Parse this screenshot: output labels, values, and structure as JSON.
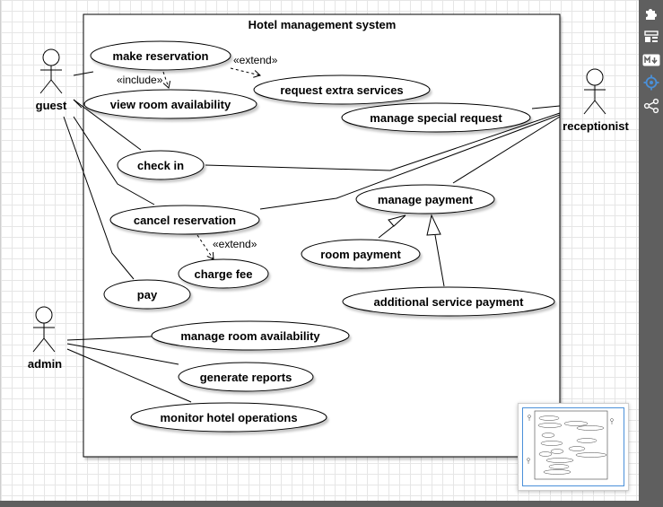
{
  "diagram": {
    "system_title": "Hotel management system",
    "actors": {
      "guest": "guest",
      "receptionist": "receptionist",
      "admin": "admin"
    },
    "use_cases": {
      "make_reservation": "make reservation",
      "view_room_availability": "view room availability",
      "request_extra_services": "request extra services",
      "manage_special_request": "manage special request",
      "check_in": "check in",
      "manage_payment": "manage payment",
      "cancel_reservation": "cancel reservation",
      "room_payment": "room payment",
      "charge_fee": "charge fee",
      "pay": "pay",
      "additional_service_payment": "additional service payment",
      "manage_room_availability": "manage room availability",
      "generate_reports": "generate reports",
      "monitor_hotel_operations": "monitor hotel operations"
    },
    "relations": {
      "include_label": "«include»",
      "extend_label_1": "«extend»",
      "extend_label_2": "«extend»"
    }
  },
  "toolbar": {
    "icons": [
      "puzzle-icon",
      "format-panel-icon",
      "markdown-icon",
      "target-icon",
      "share-icon"
    ]
  },
  "colors": {
    "toolbar_bg": "#5f5f5f",
    "toolbar_icon": "#ffffff",
    "toolbar_active": "#4a90d9",
    "line": "#000000"
  }
}
